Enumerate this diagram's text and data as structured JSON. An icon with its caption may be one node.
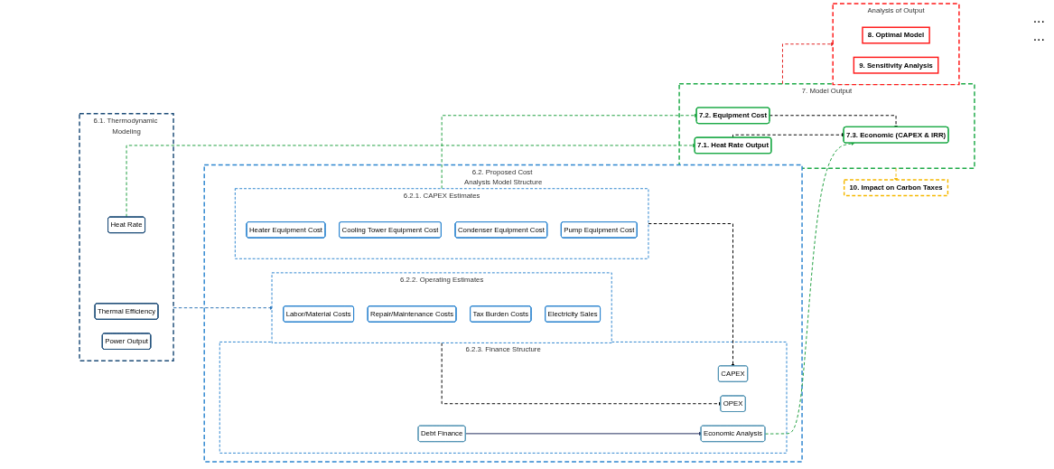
{
  "diagram": {
    "nodes": [
      {
        "text": [
          "6.1. Thermodynamic Modeling"
        ]
      },
      {
        "text": [
          "Heat Rate"
        ],
        "in": 0
      },
      {
        "text": [
          "Thermal Efficiency"
        ],
        "in": 0
      },
      {
        "text": [
          "Power Output"
        ],
        "in": 0
      },
      {
        "text": [
          "6.2. Proposed Cost Analysis Model Structure"
        ]
      },
      {
        "text": [
          "6.2.1. CAPEX Estimates"
        ],
        "in": 4
      },
      {
        "text": [
          "Heater Equipment Cost"
        ],
        "in": 5
      },
      {
        "text": [
          "Cooling Tower Equipment Cost"
        ],
        "in": 5
      },
      {
        "text": [
          "Condenser Equipment Cost"
        ],
        "in": 5
      },
      {
        "text": [
          "Pump Equipment Cost"
        ],
        "in": 5
      },
      {
        "text": [
          "6.2.2. Operating Estimates"
        ],
        "in": 4
      },
      {
        "text": [
          "Labor/Material Costs"
        ],
        "in": 10
      },
      {
        "text": [
          "Repair/Maintenance Costs"
        ],
        "in": 10
      },
      {
        "text": [
          "Tax Burden Costs"
        ],
        "in": 10
      },
      {
        "text": [
          "Electricity Sales"
        ],
        "in": 10
      },
      {
        "text": [
          "6.2.3. Finance Structure"
        ],
        "in": 4
      },
      {
        "text": [
          "CAPEX"
        ],
        "in": 15
      },
      {
        "text": [
          "OPEX"
        ],
        "in": 15
      },
      {
        "text": [
          "Debt Finance"
        ],
        "in": 15
      },
      {
        "text": [
          "Economic Analysis"
        ],
        "in": 15
      },
      {
        "text": [
          "7. Model Output"
        ]
      },
      {
        "text": [
          "7.1. Heat Rate Output"
        ],
        "in": 20
      },
      {
        "text": [
          "7.2. Equipment Cost"
        ],
        "in": 20
      },
      {
        "text": [
          "7.3. Economic (CAPEX & IRR)"
        ],
        "in": 20
      },
      {
        "text": [
          "Analysis of Output"
        ]
      },
      {
        "text": [
          "8. Optimal Model"
        ],
        "in": 24
      },
      {
        "text": [
          "9. Sensitivity Analysis"
        ],
        "in": 24
      },
      {
        "text": [
          "10. Impact on Carbon Taxes"
        ]
      }
    ],
    "edges": [
      {
        "from": 1,
        "to": 21,
        "arrow": "to",
        "style": "dashed",
        "color": "#1e9e3e"
      },
      {
        "from": 0,
        "to": 10,
        "arrow": "to",
        "style": "dashed",
        "color": "#2e75b6"
      },
      {
        "from": 5,
        "to": 16,
        "arrow": "to",
        "style": "dashed",
        "color": "#000000"
      },
      {
        "from": 5,
        "to": 22,
        "arrow": "to",
        "style": "dashed",
        "color": "#1e9e3e"
      },
      {
        "from": 10,
        "to": 17,
        "arrow": "to",
        "style": "dashed",
        "color": "#000000"
      },
      {
        "from": 18,
        "to": 19,
        "arrow": "to",
        "color": "#1f2a5c"
      },
      {
        "from": 19,
        "to": 23,
        "arrow": "to",
        "style": "dashed",
        "color": "#1e9e3e"
      },
      {
        "from": 21,
        "to": 23,
        "arrow": "to",
        "style": "dashed",
        "color": "#000000"
      },
      {
        "from": 22,
        "to": 23,
        "arrow": "to",
        "style": "dashed",
        "color": "#000000"
      },
      {
        "from": 20,
        "to": 24,
        "arrow": "to",
        "style": "dashed",
        "color": "#e02020"
      },
      {
        "from": 20,
        "to": 27,
        "arrow": "to",
        "style": "dashed",
        "color": "#f5b800"
      }
    ],
    "labels": [
      "...",
      "..."
    ]
  }
}
